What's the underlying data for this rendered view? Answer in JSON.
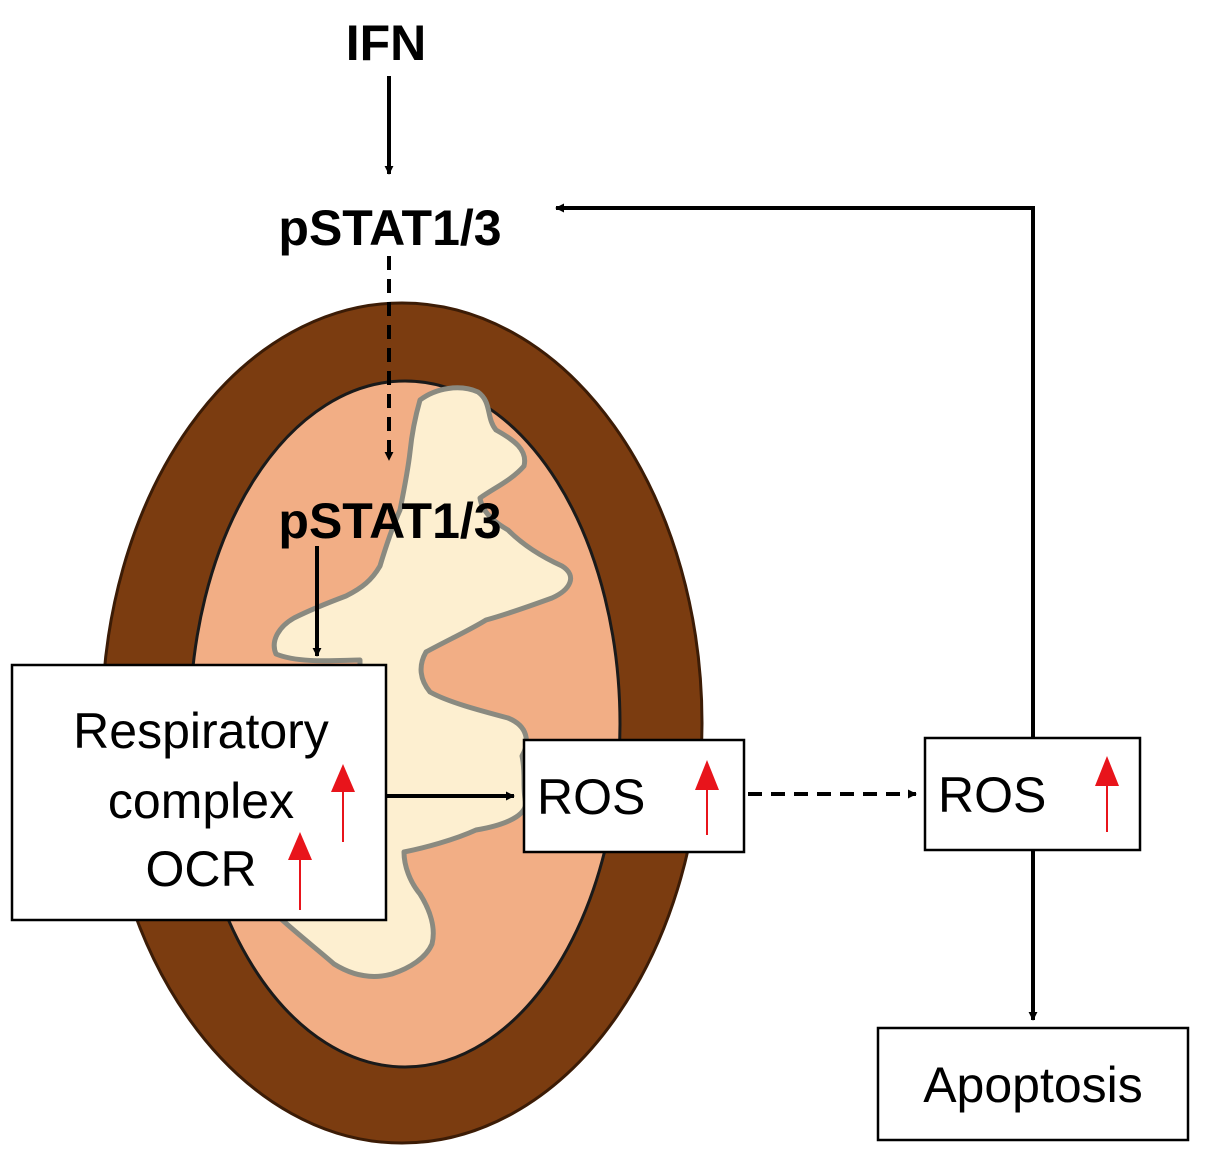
{
  "labels": {
    "ifn": "IFN",
    "pstat_outer": "pSTAT1/3",
    "pstat_inner": "pSTAT1/3",
    "respiratory_line1": "Respiratory",
    "respiratory_line2": "complex",
    "respiratory_line3": "OCR",
    "ros_inner": "ROS",
    "ros_outer": "ROS",
    "apoptosis": "Apoptosis"
  },
  "colors": {
    "outer_membrane": "#7b3c10",
    "intermembrane": "#f2ae85",
    "matrix": "#fdefd0",
    "matrix_outline": "#8a8a80",
    "up_arrow": "#e8141b",
    "line": "#000000"
  }
}
